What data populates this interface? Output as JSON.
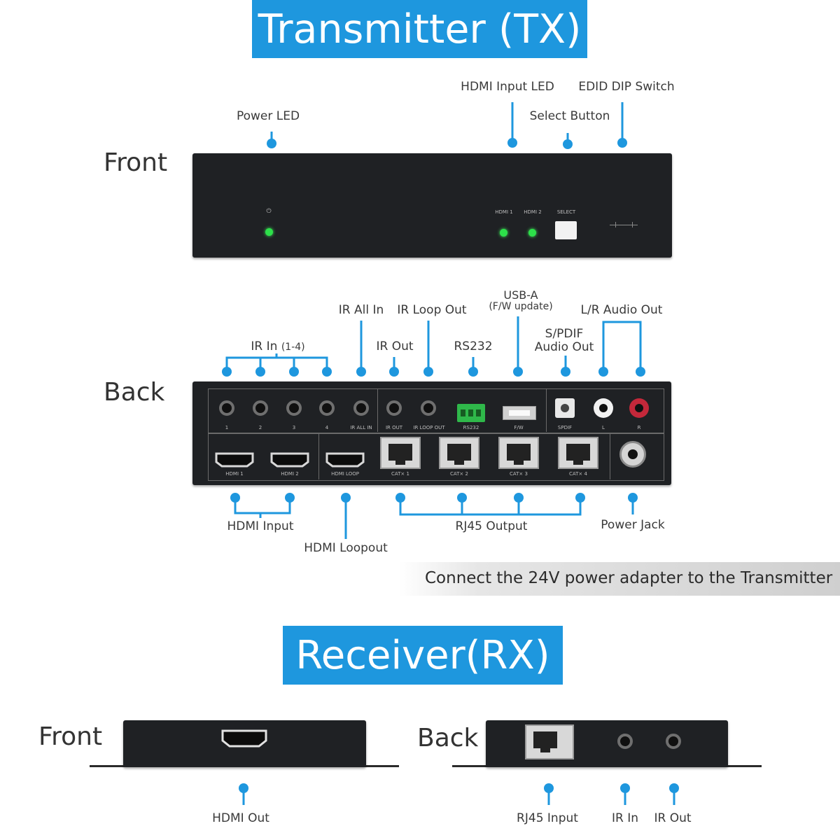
{
  "tx": {
    "title": "Transmitter (TX)",
    "front_label": "Front",
    "back_label": "Back",
    "front": {
      "power_led": "Power LED",
      "hdmi_input_led": "HDMI Input LED",
      "select_button": "Select Button",
      "edid_dip_switch": "EDID DIP Switch",
      "panel_hdmi1": "HDMI 1",
      "panel_hdmi2": "HDMI 2",
      "panel_select": "SELECT"
    },
    "back": {
      "ir_in": "IR In",
      "ir_in_range": "(1-4)",
      "ir_all_in": "IR All In",
      "ir_loop_out": "IR Loop Out",
      "ir_out": "IR Out",
      "usb_a": "USB-A",
      "usb_a_note": "(F/W update)",
      "rs232": "RS232",
      "spdif_line1": "S/PDIF",
      "spdif_line2": "Audio Out",
      "lr_audio_out": "L/R Audio Out",
      "hdmi_input": "HDMI Input",
      "hdmi_loopout": "HDMI Loopout",
      "rj45_output": "RJ45 Output",
      "power_jack": "Power Jack",
      "panel_ir_nums": [
        "1",
        "2",
        "3",
        "4",
        "IR ALL IN"
      ],
      "panel_ir_out": "IR OUT",
      "panel_ir_loop_out": "IR LOOP OUT",
      "panel_rs232": "RS232",
      "panel_fw": "F/W",
      "panel_spdif": "SPDIF",
      "panel_l": "L",
      "panel_r": "R",
      "panel_hdmi1": "HDMI 1",
      "panel_hdmi2": "HDMI 2",
      "panel_hdmi_loop": "HDMI LOOP",
      "panel_cat": [
        "CAT× 1",
        "CAT× 2",
        "CAT× 3",
        "CAT× 4"
      ]
    },
    "note": "Connect the 24V power adapter to the Transmitter"
  },
  "rx": {
    "title": "Receiver(RX)",
    "front_label": "Front",
    "back_label": "Back",
    "hdmi_out": "HDMI Out",
    "rj45_input": "RJ45 Input",
    "ir_in": "IR In",
    "ir_out": "IR Out"
  },
  "colors": {
    "accent": "#1e97de",
    "device": "#1f2124",
    "led": "#2de04a"
  }
}
